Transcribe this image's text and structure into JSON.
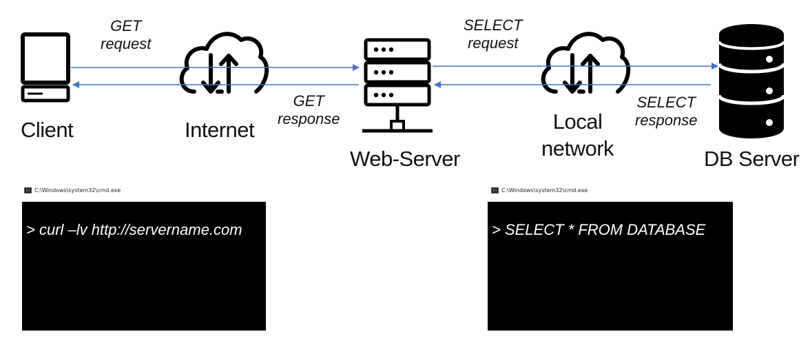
{
  "nodes": {
    "client": "Client",
    "internet": "Internet",
    "web_server": "Web-Server",
    "local_network_1": "Local",
    "local_network_2": "network",
    "db_server": "DB Server"
  },
  "edges": {
    "get_request_1": "GET",
    "get_request_2": "request",
    "get_response_1": "GET",
    "get_response_2": "response",
    "select_request_1": "SELECT",
    "select_request_2": "request",
    "select_response_1": "SELECT",
    "select_response_2": "response"
  },
  "consoles": {
    "left": {
      "title": "C:\\Windows\\system32\\cmd.exe",
      "command": "> curl –lv http://servername.com"
    },
    "right": {
      "title": "C:\\Windows\\system32\\cmd.exe",
      "command": "> SELECT * FROM DATABASE"
    }
  },
  "colors": {
    "arrow": "#4472C4",
    "icon": "#000000",
    "console_bg": "#000000",
    "console_text": "#ffffff"
  },
  "icons": [
    "computer-icon",
    "cloud-upload-download-icon",
    "server-rack-icon",
    "database-icon",
    "cmd-icon"
  ]
}
